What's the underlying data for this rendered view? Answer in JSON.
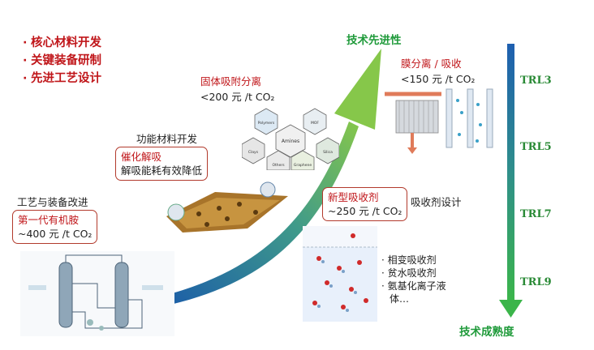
{
  "bullets": [
    "核心材料开发",
    "关键装备研制",
    "先进工艺设计"
  ],
  "top_label": "技术先进性",
  "bottom_label": "技术成熟度",
  "trl_levels": [
    "TRL3",
    "TRL5",
    "TRL7",
    "TRL9"
  ],
  "stages": {
    "process": {
      "heading": "工艺与装备改进",
      "box_title": "第一代有机胺",
      "box_cost": "~400 元 /t  CO₂"
    },
    "functional": {
      "heading": "功能材料开发",
      "box_title": "催化解吸",
      "box_sub": "解吸能耗有效降低"
    },
    "solid": {
      "title": "固体吸附分离",
      "cost": "<200 元 /t CO₂",
      "center_label": "Amines",
      "hex_labels": [
        "Polymers",
        "MOF",
        "Silica",
        "Graphene",
        "Clays",
        "Others"
      ]
    },
    "absorbent": {
      "box_title": "新型吸收剂",
      "box_cost": "~250 元 /t CO₂",
      "side_label": "吸收剂设计",
      "list": [
        "相变吸收剂",
        "贫水吸收剂",
        "氨基化离子液",
        "体…"
      ]
    },
    "membrane": {
      "title": "膜分离 / 吸收",
      "cost": "<150 元 /t CO₂"
    }
  },
  "colors": {
    "accent_red": "#c0161a",
    "green_text": "#1f9a3a",
    "bar_top": "#1e5fb0",
    "bar_bottom": "#3bb54a"
  }
}
